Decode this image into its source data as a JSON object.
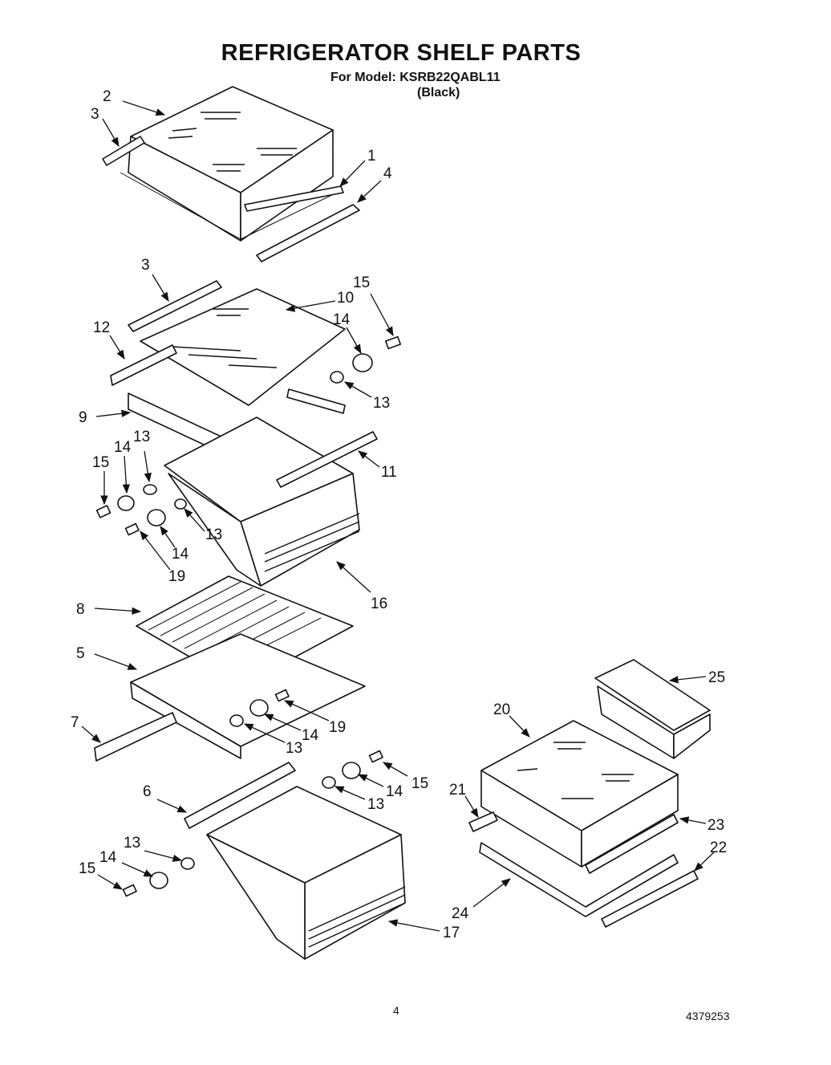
{
  "title": "REFRIGERATOR SHELF PARTS",
  "model_line": "For Model: KSRB22QABL11",
  "color_line": "(Black)",
  "page_number": "4",
  "document_number": "4379253",
  "callouts": {
    "c1": "1",
    "c2": "2",
    "c3a": "3",
    "c4": "4",
    "c3b": "3",
    "c10": "10",
    "c15a": "15",
    "c14a": "14",
    "c12": "12",
    "c13a": "13",
    "c9": "9",
    "c11": "11",
    "c15b": "15",
    "c14b": "14",
    "c13b": "13",
    "c13c": "13",
    "c14c": "14",
    "c19a": "19",
    "c16": "16",
    "c8": "8",
    "c5": "5",
    "c7": "7",
    "c19b": "19",
    "c14d": "14",
    "c13d": "13",
    "c6": "6",
    "c13e": "13",
    "c14e": "14",
    "c15c": "15",
    "c13f": "13",
    "c14f": "14",
    "c15d": "15",
    "c17": "17",
    "c25": "25",
    "c20": "20",
    "c21": "21",
    "c23": "23",
    "c22": "22",
    "c24": "24"
  }
}
